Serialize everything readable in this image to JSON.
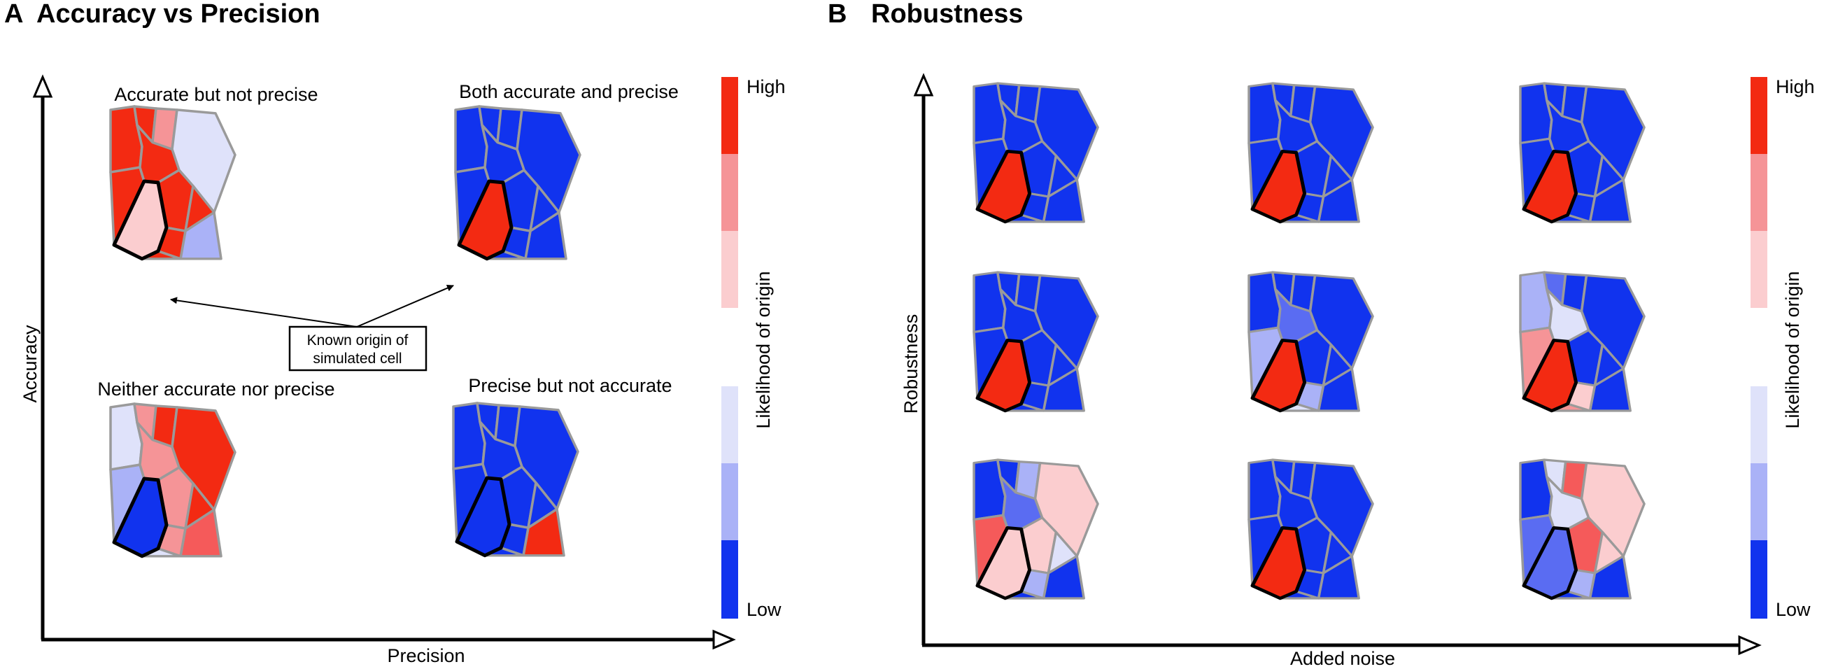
{
  "colors": {
    "c0": "#1133ee",
    "c1": "#5a6cf2",
    "c2": "#aab2f7",
    "c3": "#dfe2fa",
    "c4": "#fbcdcf",
    "c5": "#f59497",
    "c6": "#f55a5a",
    "c7": "#f32a12",
    "cell_border": "#9a9a9a"
  },
  "panel_a": {
    "letter": "A",
    "title": "Accuracy vs Precision",
    "x_label": "Precision",
    "y_label": "Accuracy",
    "maps": [
      {
        "title": "Accurate but not precise",
        "colors": [
          "c7",
          "c7",
          "c5",
          "c3",
          "c7",
          "c7",
          "c7",
          "c7",
          "c2",
          "c7",
          "c7",
          "c7",
          "c7",
          "c4"
        ]
      },
      {
        "title": "Both accurate and precise",
        "colors": [
          "c0",
          "c0",
          "c0",
          "c0",
          "c0",
          "c0",
          "c0",
          "c0",
          "c0",
          "c0",
          "c0",
          "c0",
          "c0",
          "c7"
        ]
      },
      {
        "title": "Neither accurate nor precise",
        "colors": [
          "c3",
          "c5",
          "c7",
          "c7",
          "c2",
          "c5",
          "c5",
          "c7",
          "c6",
          "c5",
          "c5",
          "c3",
          "c6",
          "c0"
        ]
      },
      {
        "title": "Precise but not accurate",
        "colors": [
          "c0",
          "c0",
          "c0",
          "c0",
          "c0",
          "c0",
          "c0",
          "c0",
          "c7",
          "c0",
          "c0",
          "c0",
          "c0",
          "c0"
        ]
      }
    ],
    "annotation": {
      "line1": "Known origin of",
      "line2": "simulated cell"
    },
    "legend": {
      "high": "High",
      "low": "Low",
      "title": "Likelihood of origin"
    }
  },
  "panel_b": {
    "letter": "B",
    "title": "Robustness",
    "x_label": "Added noise",
    "y_label": "Robustness",
    "maps": [
      {
        "colors": [
          "c0",
          "c0",
          "c0",
          "c0",
          "c0",
          "c0",
          "c0",
          "c0",
          "c0",
          "c0",
          "c0",
          "c0",
          "c0",
          "c7"
        ]
      },
      {
        "colors": [
          "c0",
          "c0",
          "c0",
          "c0",
          "c0",
          "c0",
          "c0",
          "c0",
          "c0",
          "c0",
          "c0",
          "c0",
          "c0",
          "c7"
        ]
      },
      {
        "colors": [
          "c0",
          "c0",
          "c0",
          "c0",
          "c0",
          "c0",
          "c0",
          "c0",
          "c0",
          "c0",
          "c0",
          "c0",
          "c0",
          "c7"
        ]
      },
      {
        "colors": [
          "c0",
          "c0",
          "c0",
          "c0",
          "c0",
          "c0",
          "c0",
          "c0",
          "c0",
          "c0",
          "c0",
          "c0",
          "c0",
          "c7"
        ]
      },
      {
        "colors": [
          "c0",
          "c0",
          "c0",
          "c0",
          "c2",
          "c1",
          "c0",
          "c0",
          "c0",
          "c2",
          "c0",
          "c3",
          "c0",
          "c7"
        ]
      },
      {
        "colors": [
          "c2",
          "c1",
          "c0",
          "c0",
          "c5",
          "c3",
          "c0",
          "c0",
          "c0",
          "c4",
          "c1",
          "c5",
          "c2",
          "c7"
        ]
      },
      {
        "colors": [
          "c0",
          "c0",
          "c2",
          "c4",
          "c6",
          "c1",
          "c4",
          "c3",
          "c0",
          "c2",
          "c1",
          "c0",
          "c1",
          "c4"
        ]
      },
      {
        "colors": [
          "c0",
          "c0",
          "c0",
          "c0",
          "c0",
          "c0",
          "c0",
          "c0",
          "c0",
          "c0",
          "c0",
          "c0",
          "c0",
          "c7"
        ]
      },
      {
        "colors": [
          "c0",
          "c3",
          "c6",
          "c4",
          "c1",
          "c3",
          "c6",
          "c4",
          "c0",
          "c2",
          "c1",
          "c0",
          "c0",
          "c1"
        ]
      }
    ],
    "legend": {
      "high": "High",
      "low": "Low",
      "title": "Likelihood of origin"
    }
  }
}
